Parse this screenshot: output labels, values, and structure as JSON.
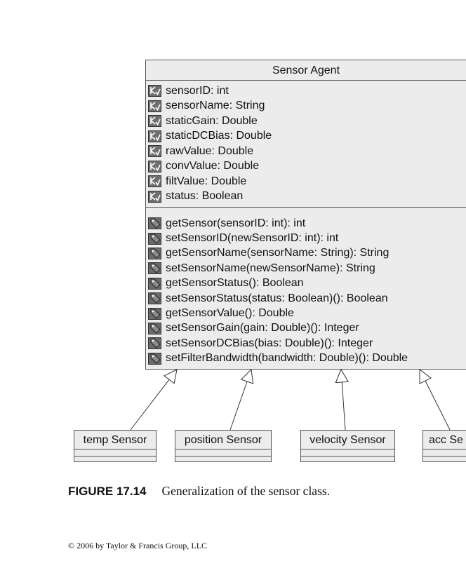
{
  "class": {
    "name": "Sensor Agent",
    "attributes": [
      "sensorID: int",
      "sensorName: String",
      "staticGain: Double",
      "staticDCBias: Double",
      "rawValue: Double",
      "convValue: Double",
      "filtValue: Double",
      "status: Boolean"
    ],
    "operations": [
      "getSensor(sensorID: int): int",
      "setSensorID(newSensorID: int): int",
      "getSensorName(sensorName: String): String",
      "setSensorName(newSensorName): String",
      "getSensorStatus(): Boolean",
      "setSensorStatus(status: Boolean)(): Boolean",
      "getSensorValue(): Double",
      "setSensorGain(gain: Double)(): Integer",
      "setSensorDCBias(bias: Double)(): Integer",
      "setFilterBandwidth(bandwidth: Double)(): Double"
    ],
    "attribute_icon": "attribute-icon",
    "operation_icon": "operation-icon"
  },
  "subclasses": [
    "temp Sensor",
    "position Sensor",
    "velocity Sensor",
    "acc Se"
  ],
  "caption": {
    "figure_label": "FIGURE 17.14",
    "text": "Generalization of the sensor class."
  },
  "copyright": "© 2006 by Taylor & Francis Group, LLC"
}
